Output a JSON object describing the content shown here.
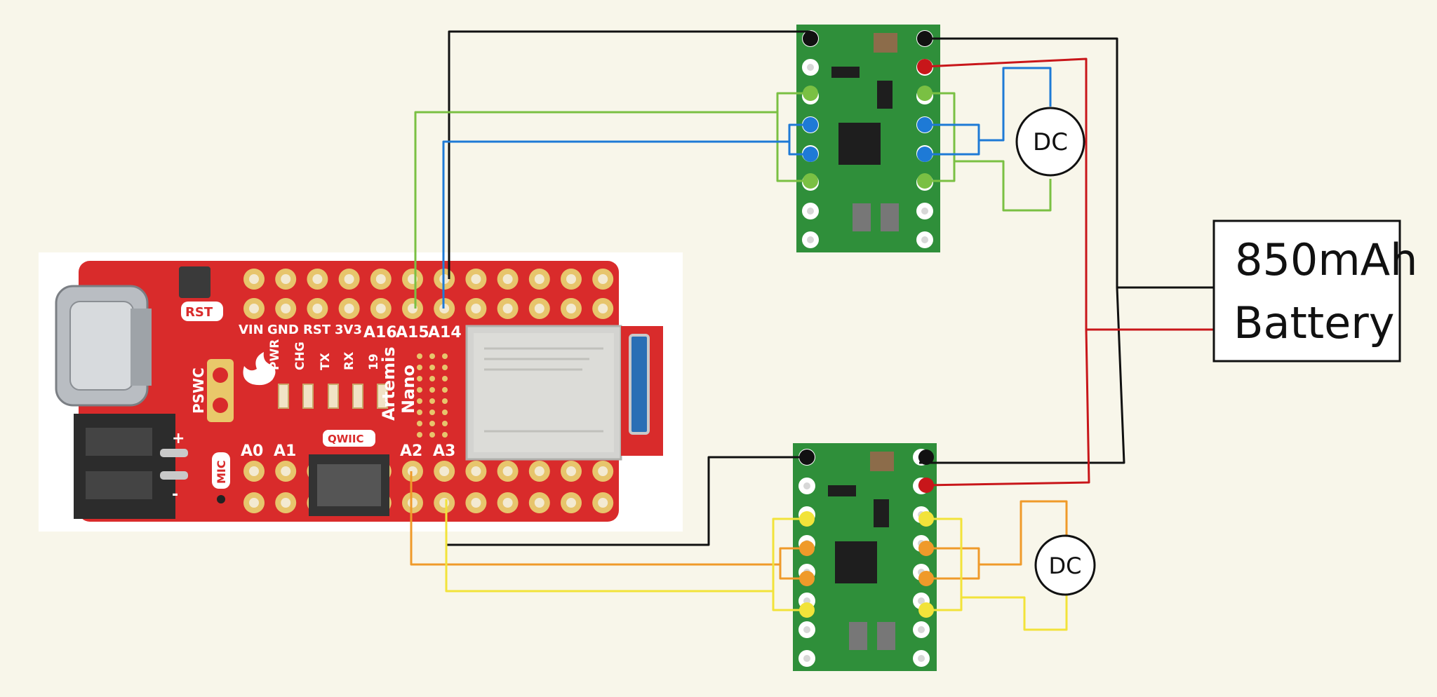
{
  "diagram": {
    "microcontroller": {
      "top_pin_labels": [
        "VIN",
        "GND",
        "RST",
        "3V3",
        "A16",
        "A15",
        "A14"
      ],
      "bottom_pin_labels": [
        "A0",
        "A1",
        "A2",
        "A3"
      ],
      "led_labels": [
        "PWR",
        "CHG",
        "TX",
        "RX",
        "19"
      ],
      "board_name_line1": "Artemis",
      "board_name_line2": "Nano",
      "reset_label": "RST",
      "pswc_label": "PSWC",
      "mic_label": "MIC",
      "qwiic_label": "QWIIC",
      "battery_plus": "+",
      "battery_minus": "-"
    },
    "motor_top_label": "DC",
    "motor_bottom_label": "DC",
    "battery_line1": "850mAh",
    "battery_line2": "Battery"
  },
  "colors": {
    "background": "#f8f6ea",
    "board_red": "#d92b2b",
    "driver_green": "#2f8f3a",
    "wire_black": "#111111",
    "wire_red": "#c8161a",
    "wire_green": "#7ac043",
    "wire_blue": "#1e7ad6",
    "wire_orange": "#ef9a2a",
    "wire_yellow": "#f2e33a"
  }
}
